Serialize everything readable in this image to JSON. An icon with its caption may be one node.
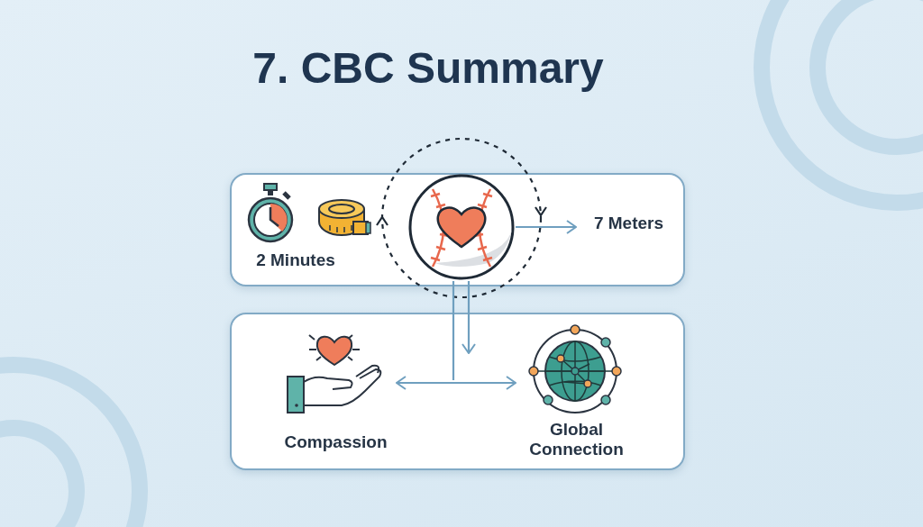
{
  "diagram": {
    "title": "7. CBC Summary",
    "nodes": [
      {
        "text": [],
        "shape": "box"
      },
      {
        "text": [
          "2 Minutes"
        ],
        "in": 0
      },
      {
        "text": [],
        "shape": "picture",
        "in": 0
      },
      {
        "text": [
          "7 Meters"
        ],
        "in": 0
      },
      {
        "text": [],
        "shape": "box"
      },
      {
        "text": [
          "Compassion"
        ],
        "in": 4
      },
      {
        "text": [
          "Global Connection"
        ],
        "in": 4
      }
    ],
    "edges": [
      {
        "from": 2,
        "to": 3,
        "arrow": "to"
      },
      {
        "from": 2,
        "to": null,
        "arrow": "to"
      },
      {
        "from": 2,
        "to": null,
        "arrow": "none"
      },
      {
        "from": 5,
        "to": 6,
        "arrow": "both"
      }
    ]
  }
}
